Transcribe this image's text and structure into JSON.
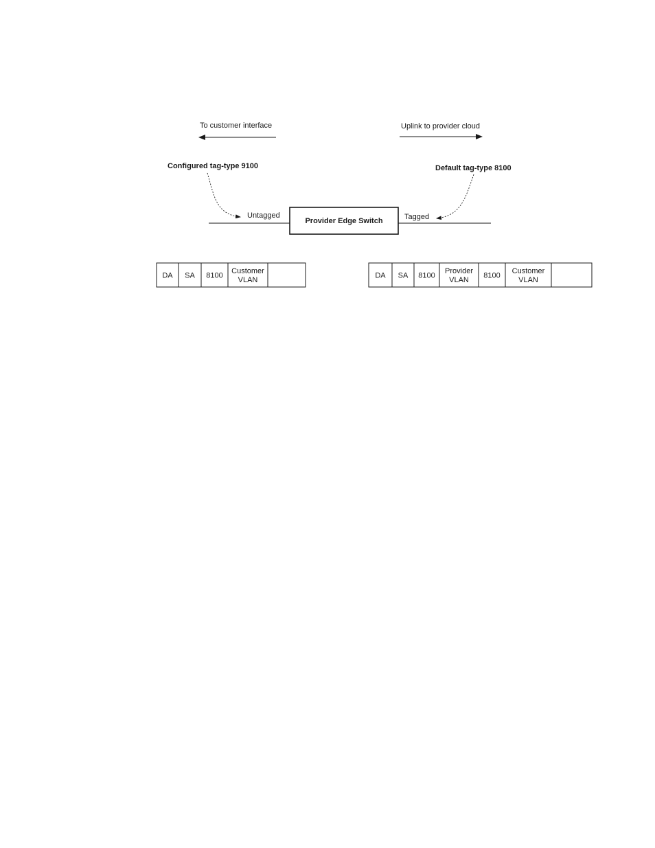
{
  "direction": {
    "left": "To customer interface",
    "right": "Uplink to provider cloud"
  },
  "callouts": {
    "left": "Configured tag-type 9100",
    "right": "Default tag-type 8100"
  },
  "ports": {
    "left": "Untagged",
    "right": "Tagged"
  },
  "switch": {
    "label": "Provider Edge Switch"
  },
  "frames": {
    "customer": {
      "cells": [
        {
          "lines": [
            "DA"
          ]
        },
        {
          "lines": [
            "SA"
          ]
        },
        {
          "lines": [
            "8100"
          ]
        },
        {
          "lines": [
            "Customer",
            "VLAN"
          ]
        },
        {
          "lines": [
            ""
          ]
        }
      ]
    },
    "provider": {
      "cells": [
        {
          "lines": [
            "DA"
          ]
        },
        {
          "lines": [
            "SA"
          ]
        },
        {
          "lines": [
            "8100"
          ]
        },
        {
          "lines": [
            "Provider",
            "VLAN"
          ]
        },
        {
          "lines": [
            "8100"
          ]
        },
        {
          "lines": [
            "Customer",
            "VLAN"
          ]
        },
        {
          "lines": [
            ""
          ]
        }
      ]
    }
  }
}
